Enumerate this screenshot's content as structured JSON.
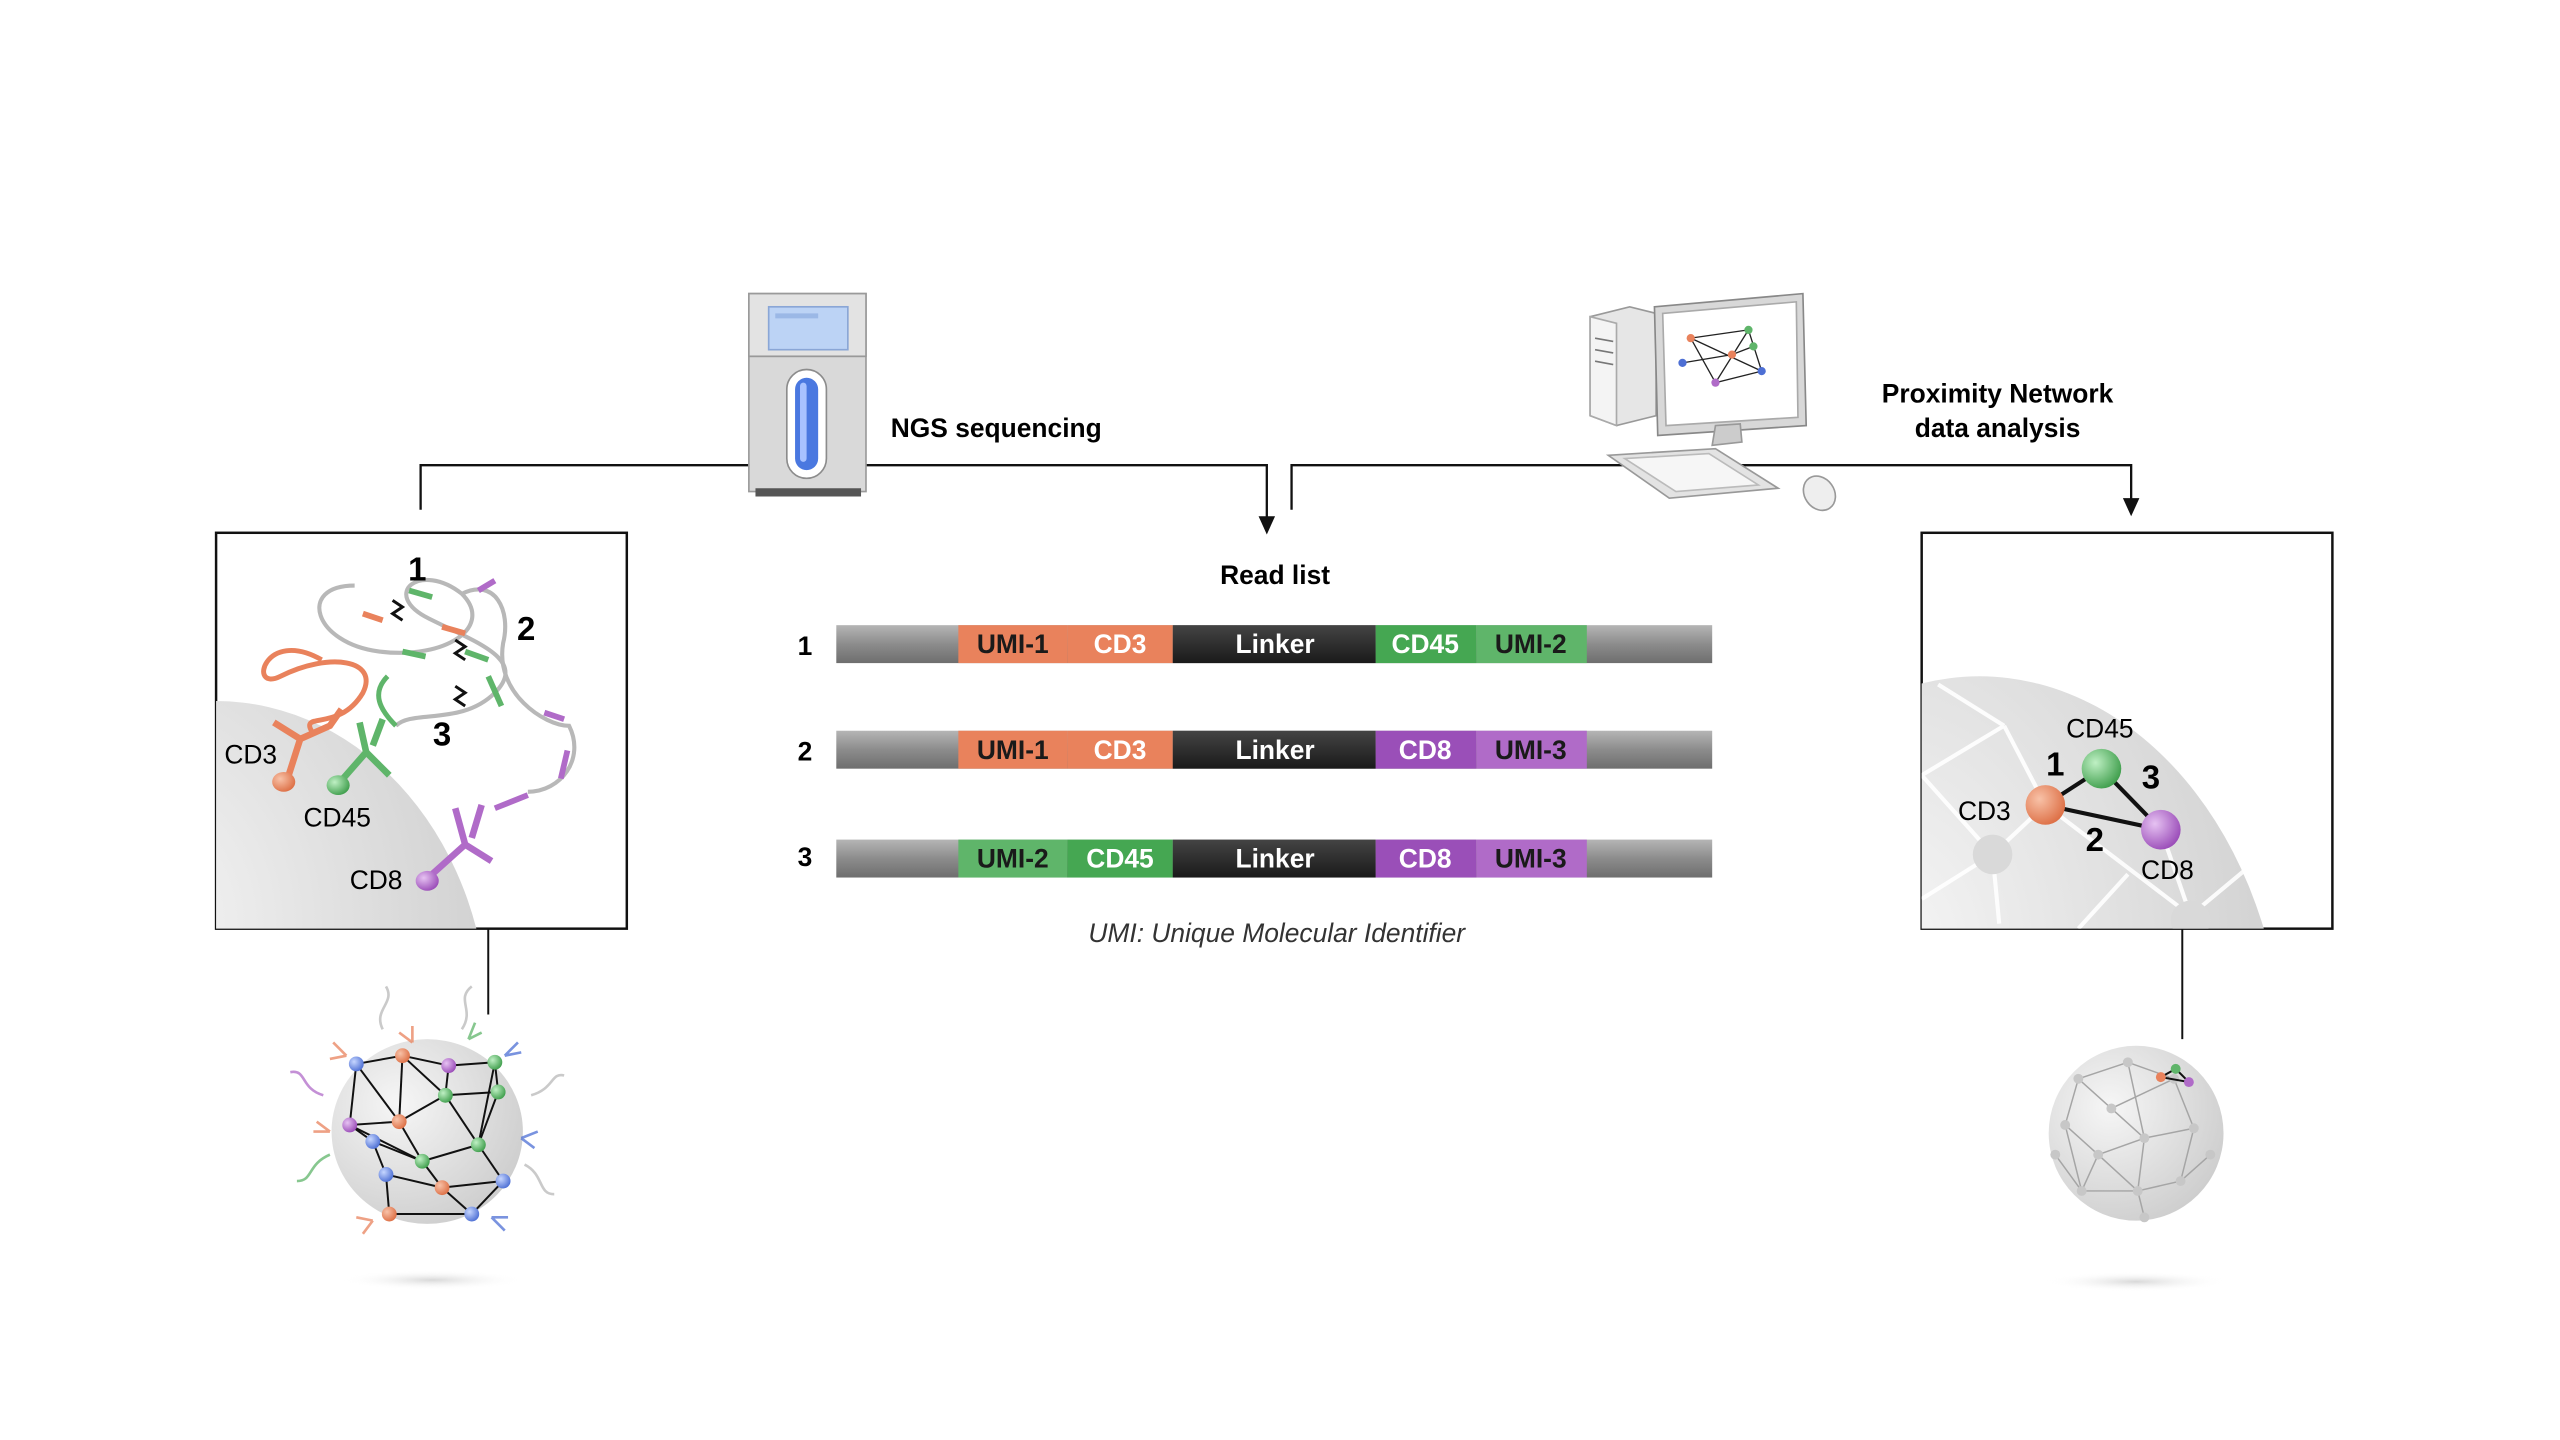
{
  "steps": {
    "ngs_label": "NGS sequencing",
    "analysis_label_line1": "Proximity Network",
    "analysis_label_line2": "data analysis"
  },
  "read_list": {
    "title": "Read list",
    "footnote": "UMI: Unique Molecular Identifier",
    "reads": [
      {
        "num": "1",
        "seg_a": "UMI-1",
        "seg_b": "CD3",
        "linker": "Linker",
        "seg_c": "CD45",
        "seg_d": "UMI-2"
      },
      {
        "num": "2",
        "seg_a": "UMI-1",
        "seg_b": "CD3",
        "linker": "Linker",
        "seg_c": "CD8",
        "seg_d": "UMI-3"
      },
      {
        "num": "3",
        "seg_a": "UMI-2",
        "seg_b": "CD45",
        "linker": "Linker",
        "seg_c": "CD8",
        "seg_d": "UMI-3"
      }
    ]
  },
  "left_panel": {
    "label_1": "1",
    "label_2": "2",
    "label_3": "3",
    "cd3": "CD3",
    "cd45": "CD45",
    "cd8": "CD8"
  },
  "right_panel": {
    "label_1": "1",
    "label_2": "2",
    "label_3": "3",
    "cd3": "CD3",
    "cd45": "CD45",
    "cd8": "CD8"
  },
  "colors": {
    "cd3_orange": "#e9825c",
    "cd45_green": "#5fb56a",
    "cd8_purple": "#b06bc8",
    "linker_dark": "#262626",
    "backbone_gray": "#8a8a8a"
  }
}
